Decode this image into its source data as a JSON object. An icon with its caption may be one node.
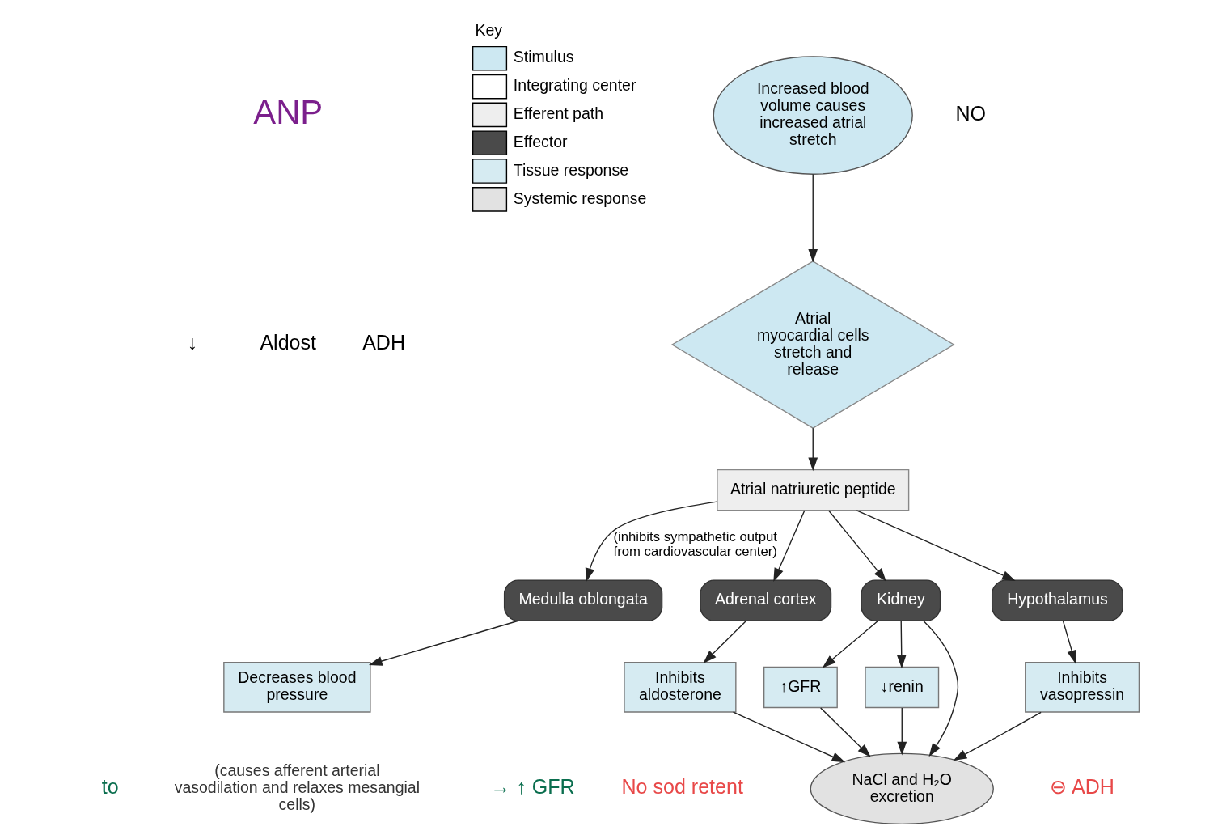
{
  "diagram": {
    "nodes": [
      {
        "text": [
          "Increased blood volume causes increased atrial stretch"
        ]
      },
      {
        "text": [
          "Atrial myocardial cells stretch and release"
        ]
      },
      {
        "text": [
          "Atrial natriuretic peptide"
        ]
      },
      {
        "text": [
          "Hypothalamus"
        ]
      },
      {
        "text": [
          "Kidney"
        ]
      },
      {
        "text": [
          "Adrenal cortex"
        ]
      },
      {
        "text": [
          "Medulla oblongata"
        ]
      },
      {
        "text": [
          "Inhibits vasopressin"
        ]
      },
      {
        "text": [
          "↑GFR"
        ]
      },
      {
        "text": [
          "↓renin"
        ]
      },
      {
        "text": [
          "Inhibits aldosterone"
        ]
      },
      {
        "text": [
          "Decreases blood pressure"
        ]
      },
      {
        "text": [
          "NaCl and H₂O excretion"
        ]
      }
    ],
    "edges": [
      {
        "from": 0,
        "to": 1,
        "arrow": "to"
      },
      {
        "from": 1,
        "to": 2,
        "arrow": "to"
      },
      {
        "from": 2,
        "to": 3,
        "arrow": "to"
      },
      {
        "from": 2,
        "to": 4,
        "arrow": "to"
      },
      {
        "from": 2,
        "to": 5,
        "arrow": "to"
      },
      {
        "from": 2,
        "to": 6,
        "arrow": "to",
        "label": "(inhibits sympathetic output from cardiovascular center)"
      },
      {
        "from": 3,
        "to": 7,
        "arrow": "to"
      },
      {
        "from": 4,
        "to": 8,
        "arrow": "to"
      },
      {
        "from": 4,
        "to": 12,
        "arrow": "to"
      },
      {
        "from": 4,
        "to": 9,
        "arrow": "to"
      },
      {
        "from": 5,
        "to": 10,
        "arrow": "to"
      },
      {
        "from": 6,
        "to": 11,
        "arrow": "to"
      },
      {
        "from": 7,
        "to": 12,
        "arrow": "to"
      },
      {
        "from": 8,
        "to": 12,
        "arrow": "to"
      },
      {
        "from": 9,
        "to": 12,
        "arrow": "to"
      },
      {
        "from": 10,
        "to": 12,
        "arrow": "to"
      }
    ],
    "labels": [
      "Key",
      "ANP",
      "↓",
      "Aldost",
      "ADH",
      "NO",
      "⊖ ADH",
      "No sod retent",
      "(causes afferent arterial vasodilation and relaxes mesangial cells)",
      "→ ↑ GFR",
      "to"
    ],
    "legend": [
      {
        "text": "Stimulus"
      },
      {
        "text": "Integrating center"
      },
      {
        "text": "Efferent path"
      },
      {
        "text": "Effector"
      },
      {
        "text": "Tissue response"
      },
      {
        "text": "Systemic response"
      }
    ]
  }
}
